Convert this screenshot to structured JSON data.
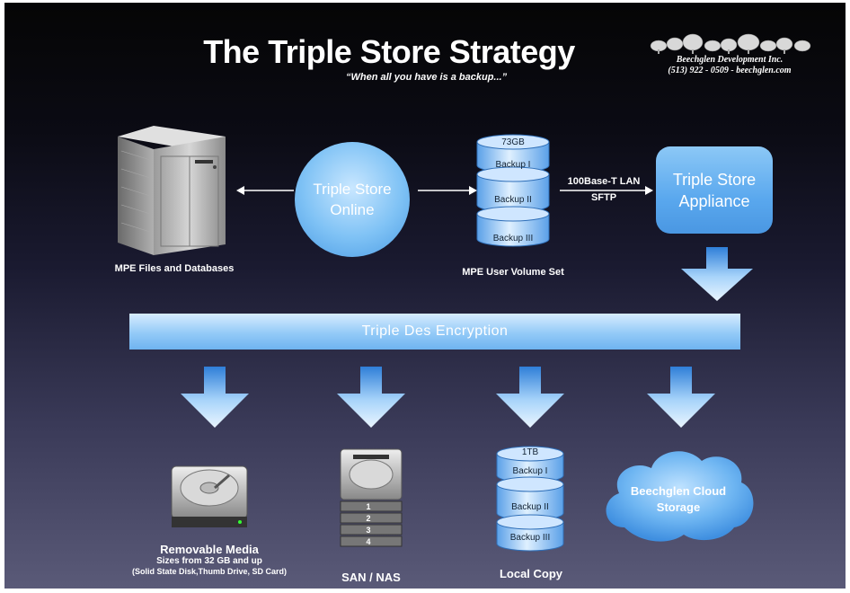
{
  "header": {
    "title": "The Triple Store Strategy",
    "subtitle": "“When all you have is a backup...”",
    "company_name": "Beechglen Development Inc.",
    "company_contact": "(513) 922 - 0509 - beechglen.com"
  },
  "top_row": {
    "server_label": "MPE Files and Databases",
    "online_label": "Triple Store Online",
    "volume_set": {
      "capacity": "73GB",
      "backups": [
        "Backup I",
        "Backup II",
        "Backup III"
      ],
      "label": "MPE User Volume Set"
    },
    "link_label": "100Base-T LAN",
    "link_protocol": "SFTP",
    "appliance_label": "Triple Store Appliance"
  },
  "encryption_label": "Triple Des Encryption",
  "destinations": {
    "removable": {
      "label": "Removable Media",
      "sizes": "Sizes from 32 GB and up",
      "examples": "(Solid State Disk,Thumb Drive,  SD Card)"
    },
    "san": {
      "label": "SAN / NAS",
      "drive_numbers": [
        "1",
        "2",
        "3",
        "4"
      ]
    },
    "local": {
      "label": "Local Copy",
      "capacity": "1TB",
      "backups": [
        "Backup I",
        "Backup II",
        "Backup III"
      ]
    },
    "cloud": {
      "label": "Beechglen Cloud Storage"
    }
  },
  "colors": {
    "accent_blue": "#6fb3f0",
    "arrow_top": "#ffffff",
    "arrow_bottom": "#3f8fe0"
  }
}
